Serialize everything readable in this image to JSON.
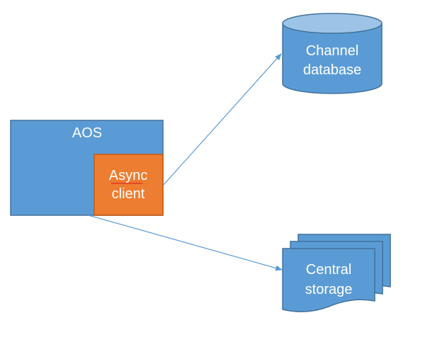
{
  "diagram": {
    "aos": {
      "label": "AOS"
    },
    "async_client": {
      "line1": "Async",
      "line2": "client"
    },
    "channel_database": {
      "line1": "Channel",
      "line2": "database"
    },
    "central_storage": {
      "line1": "Central",
      "line2": "storage"
    }
  },
  "colors": {
    "shape_fill": "#5B9BD5",
    "shape_stroke": "#41719C",
    "accent_fill": "#ED7D31",
    "accent_stroke": "#C55A11",
    "connector": "#5B9BD5",
    "text": "#FFFFFF"
  }
}
